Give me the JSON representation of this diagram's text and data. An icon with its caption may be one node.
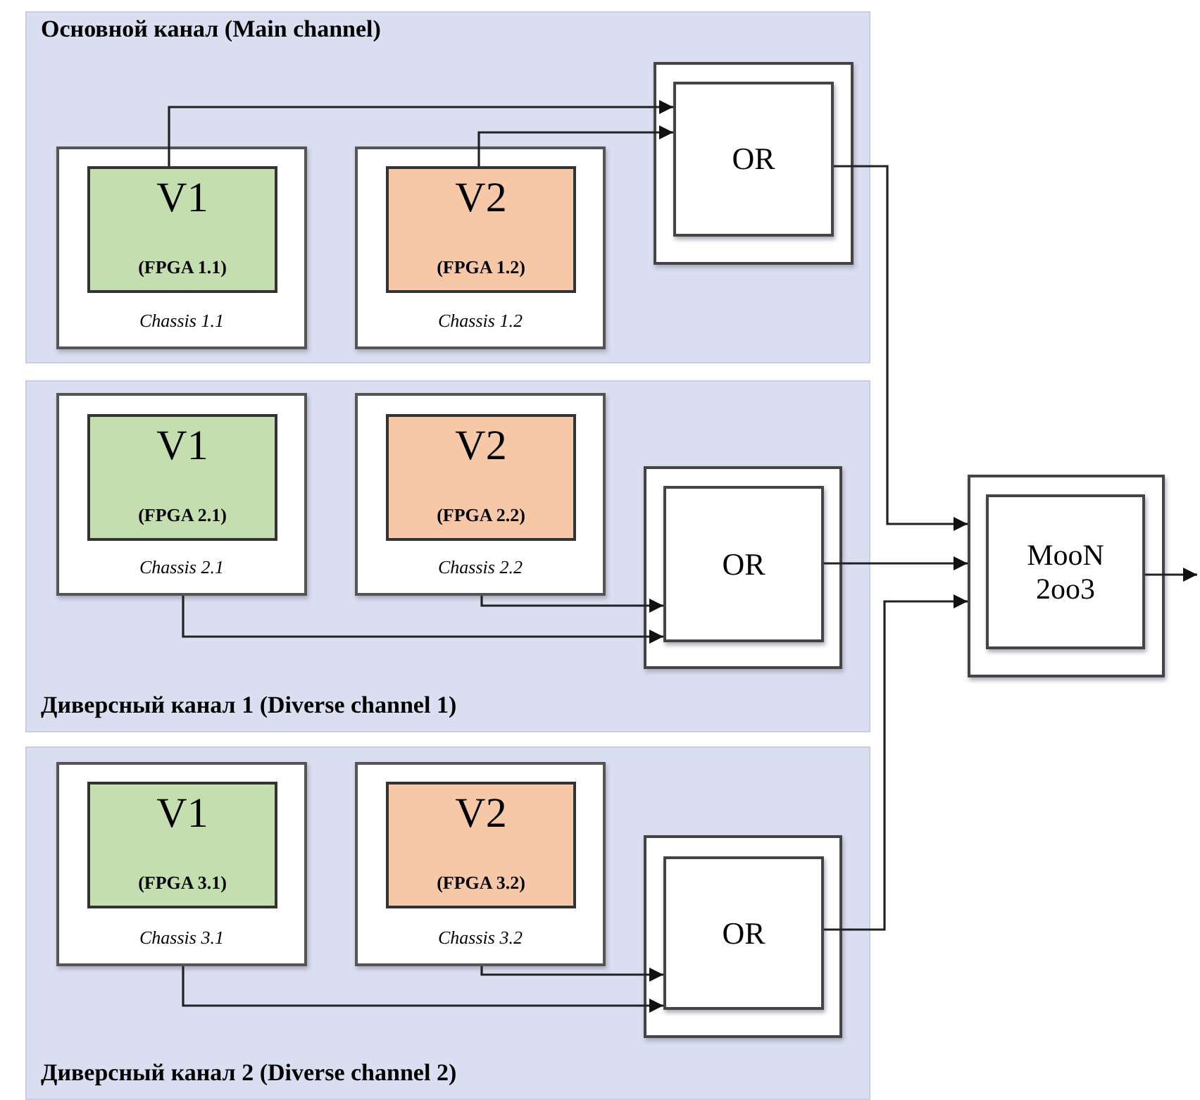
{
  "diagram": {
    "nodes": [
      {
        "text": [
          "Основной канал (Main channel)"
        ]
      },
      {
        "text": [
          "Chassis 1.1"
        ],
        "in": 0
      },
      {
        "text": [
          "V1",
          "(FPGA 1.1)"
        ],
        "in": 1
      },
      {
        "text": [
          "Chassis 1.2"
        ],
        "in": 0
      },
      {
        "text": [
          "V2",
          "(FPGA 1.2)"
        ],
        "in": 3
      },
      {
        "text": [],
        "shape": "box",
        "in": 0
      },
      {
        "text": [
          "OR"
        ],
        "in": 5
      },
      {
        "text": [
          "Диверсный канал 1 (Diverse channel 1)"
        ]
      },
      {
        "text": [
          "Chassis 2.1"
        ],
        "in": 7
      },
      {
        "text": [
          "V1",
          "(FPGA 2.1)"
        ],
        "in": 8
      },
      {
        "text": [
          "Chassis 2.2"
        ],
        "in": 7
      },
      {
        "text": [
          "V2",
          "(FPGA 2.2)"
        ],
        "in": 10
      },
      {
        "text": [],
        "shape": "box",
        "in": 7
      },
      {
        "text": [
          "OR"
        ],
        "in": 12
      },
      {
        "text": [
          "Диверсный канал 2 (Diverse channel 2)"
        ]
      },
      {
        "text": [
          "Chassis 3.1"
        ],
        "in": 14
      },
      {
        "text": [
          "V1",
          "(FPGA 3.1)"
        ],
        "in": 15
      },
      {
        "text": [
          "Chassis 3.2"
        ],
        "in": 14
      },
      {
        "text": [
          "V2",
          "(FPGA 3.2)"
        ],
        "in": 17
      },
      {
        "text": [],
        "shape": "box",
        "in": 14
      },
      {
        "text": [
          "OR"
        ],
        "in": 19
      },
      {
        "text": [],
        "shape": "box"
      },
      {
        "text": [
          "MooN 2oo3"
        ],
        "in": 21
      }
    ],
    "edges": [
      {
        "from": 2,
        "to": 6,
        "arrow": "to"
      },
      {
        "from": 4,
        "to": 6,
        "arrow": "to"
      },
      {
        "from": 10,
        "to": 13,
        "arrow": "to"
      },
      {
        "from": 8,
        "to": 13,
        "arrow": "to"
      },
      {
        "from": 17,
        "to": 20,
        "arrow": "to"
      },
      {
        "from": 15,
        "to": 20,
        "arrow": "to"
      },
      {
        "from": 6,
        "to": 21,
        "arrow": "to"
      },
      {
        "from": 13,
        "to": 21,
        "arrow": "to"
      },
      {
        "from": 20,
        "to": 21,
        "arrow": "to"
      },
      {
        "from": 22,
        "to": null,
        "arrow": "to"
      }
    ]
  }
}
